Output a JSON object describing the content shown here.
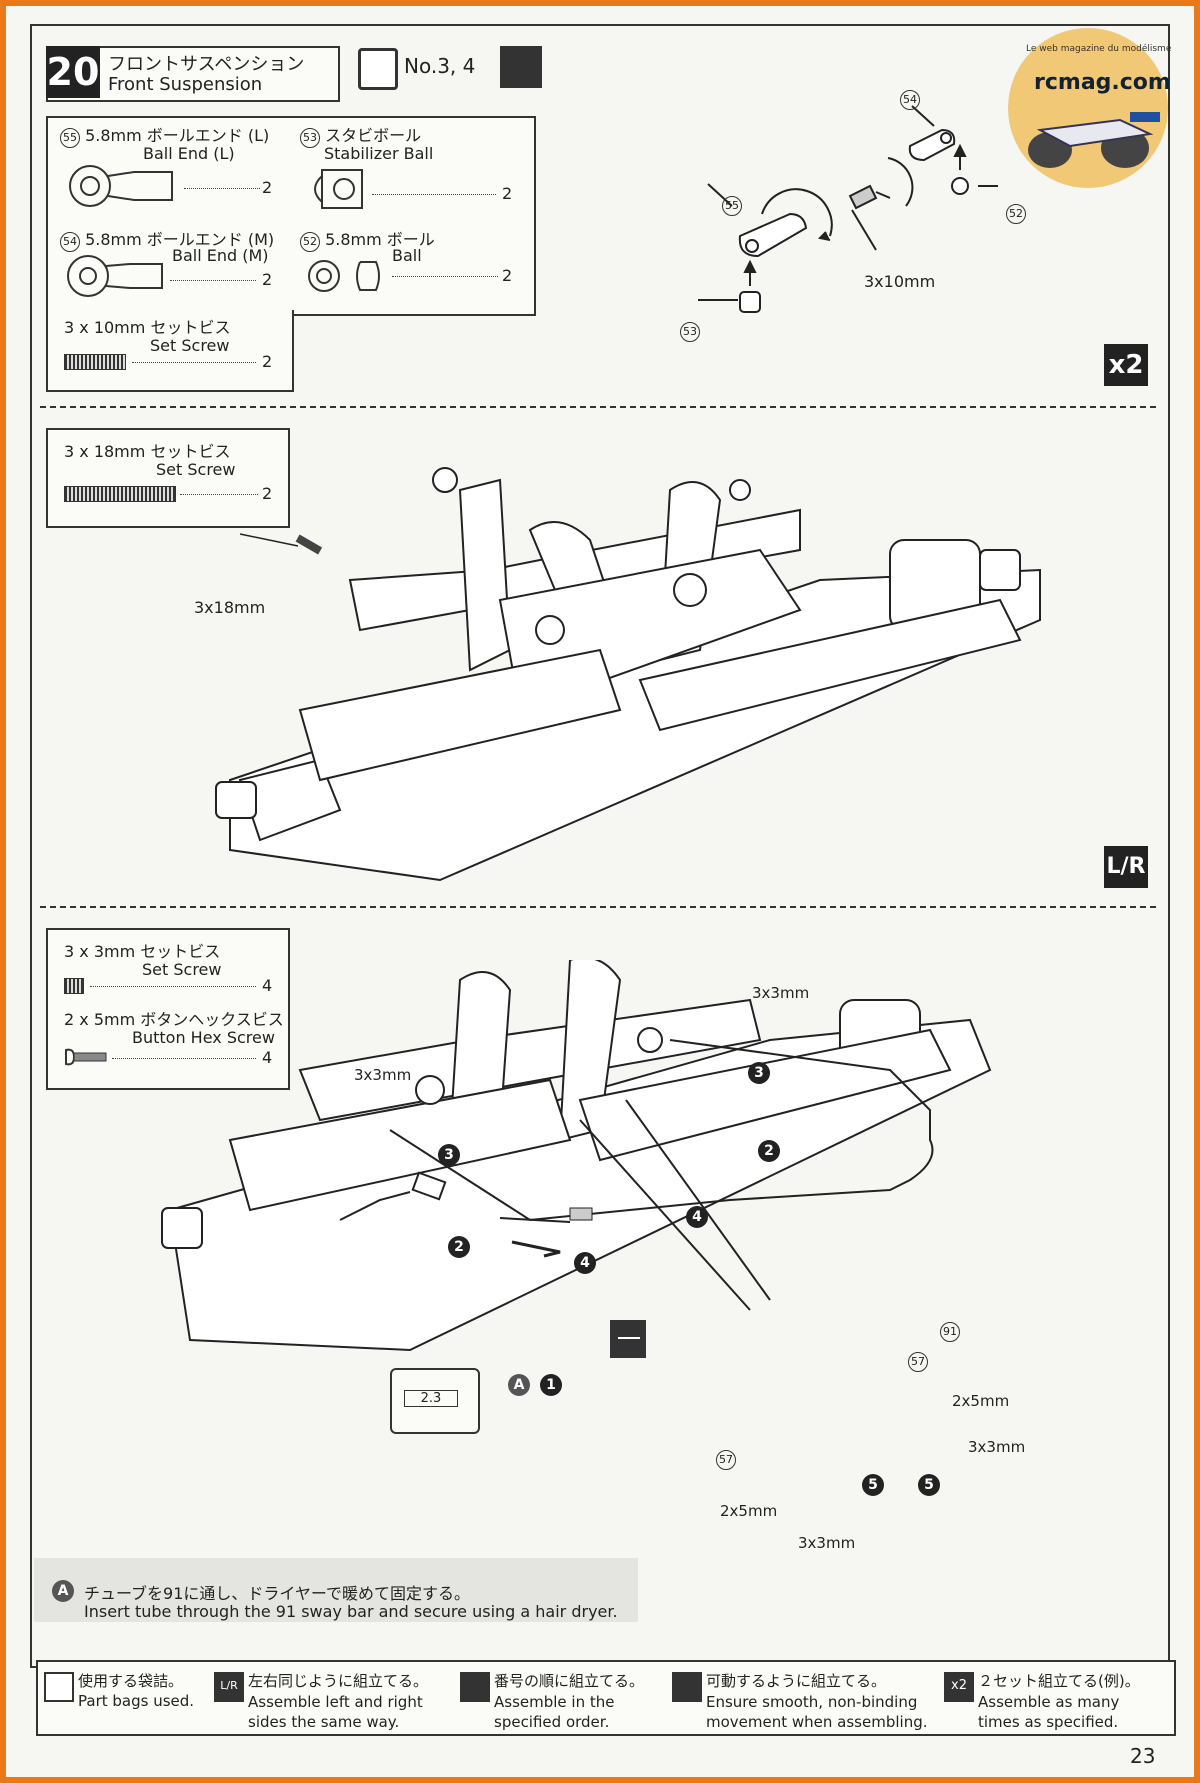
{
  "step": {
    "number": "20",
    "title_jp": "フロントサスペンション",
    "title_en": "Front Suspension",
    "bags": "No.3, 4"
  },
  "watermark": {
    "site": "rcmag.com",
    "tagline": "Le web magazine du modélisme"
  },
  "parts1": [
    {
      "num": "55",
      "jp": "5.8mm ボールエンド (L)",
      "en": "Ball End (L)",
      "qty": "2"
    },
    {
      "num": "53",
      "jp": "スタビボール",
      "en": "Stabilizer Ball",
      "qty": "2"
    },
    {
      "num": "54",
      "jp": "5.8mm ボールエンド (M)",
      "en": "Ball End (M)",
      "qty": "2"
    },
    {
      "num": "52",
      "jp": "5.8mm ボール",
      "en": "Ball",
      "qty": "2"
    },
    {
      "num": "",
      "jp": "3 x 10mm セットビス",
      "en": "Set Screw",
      "qty": "2"
    }
  ],
  "diagram1": {
    "labels": [
      "54",
      "55",
      "52",
      "53"
    ],
    "screw": "3x10mm",
    "multiplier": "x2"
  },
  "parts2": [
    {
      "jp": "3 x 18mm セットビス",
      "en": "Set Screw",
      "qty": "2"
    }
  ],
  "diagram2": {
    "screw": "3x18mm",
    "lr": "L/R"
  },
  "parts3": [
    {
      "jp": "3 x 3mm セットビス",
      "en": "Set Screw",
      "qty": "4"
    },
    {
      "jp": "2 x 5mm ボタンヘックスビス",
      "en": "Button Hex Screw",
      "qty": "4"
    }
  ],
  "diagram3": {
    "labels": [
      "3x3mm",
      "3x3mm",
      "2x5mm",
      "3x3mm",
      "2x5mm",
      "3x3mm",
      "2.3",
      "91",
      "57",
      "57"
    ],
    "steps": [
      "3",
      "3",
      "2",
      "2",
      "4",
      "4",
      "5",
      "5",
      "1",
      "A"
    ]
  },
  "note_a": {
    "letter": "A",
    "jp": "チューブを91に通し、ドライヤーで暖めて固定する。",
    "en": "Insert tube through the 91 sway bar and secure using a hair dryer."
  },
  "legend": [
    {
      "icon": "bag",
      "jp": "使用する袋詰。",
      "en": "Part bags used."
    },
    {
      "icon": "L/R",
      "jp": "左右同じように組立てる。",
      "en": "Assemble left and right sides the same way."
    },
    {
      "icon": "order",
      "jp": "番号の順に組立てる。",
      "en": "Assemble in the specified order."
    },
    {
      "icon": "move",
      "jp": "可動するように組立てる。",
      "en": "Ensure smooth, non-binding movement when assembling."
    },
    {
      "icon": "x2",
      "jp": "２セット組立てる(例)。",
      "en": "Assemble as many times as specified."
    }
  ],
  "page_number": "23"
}
